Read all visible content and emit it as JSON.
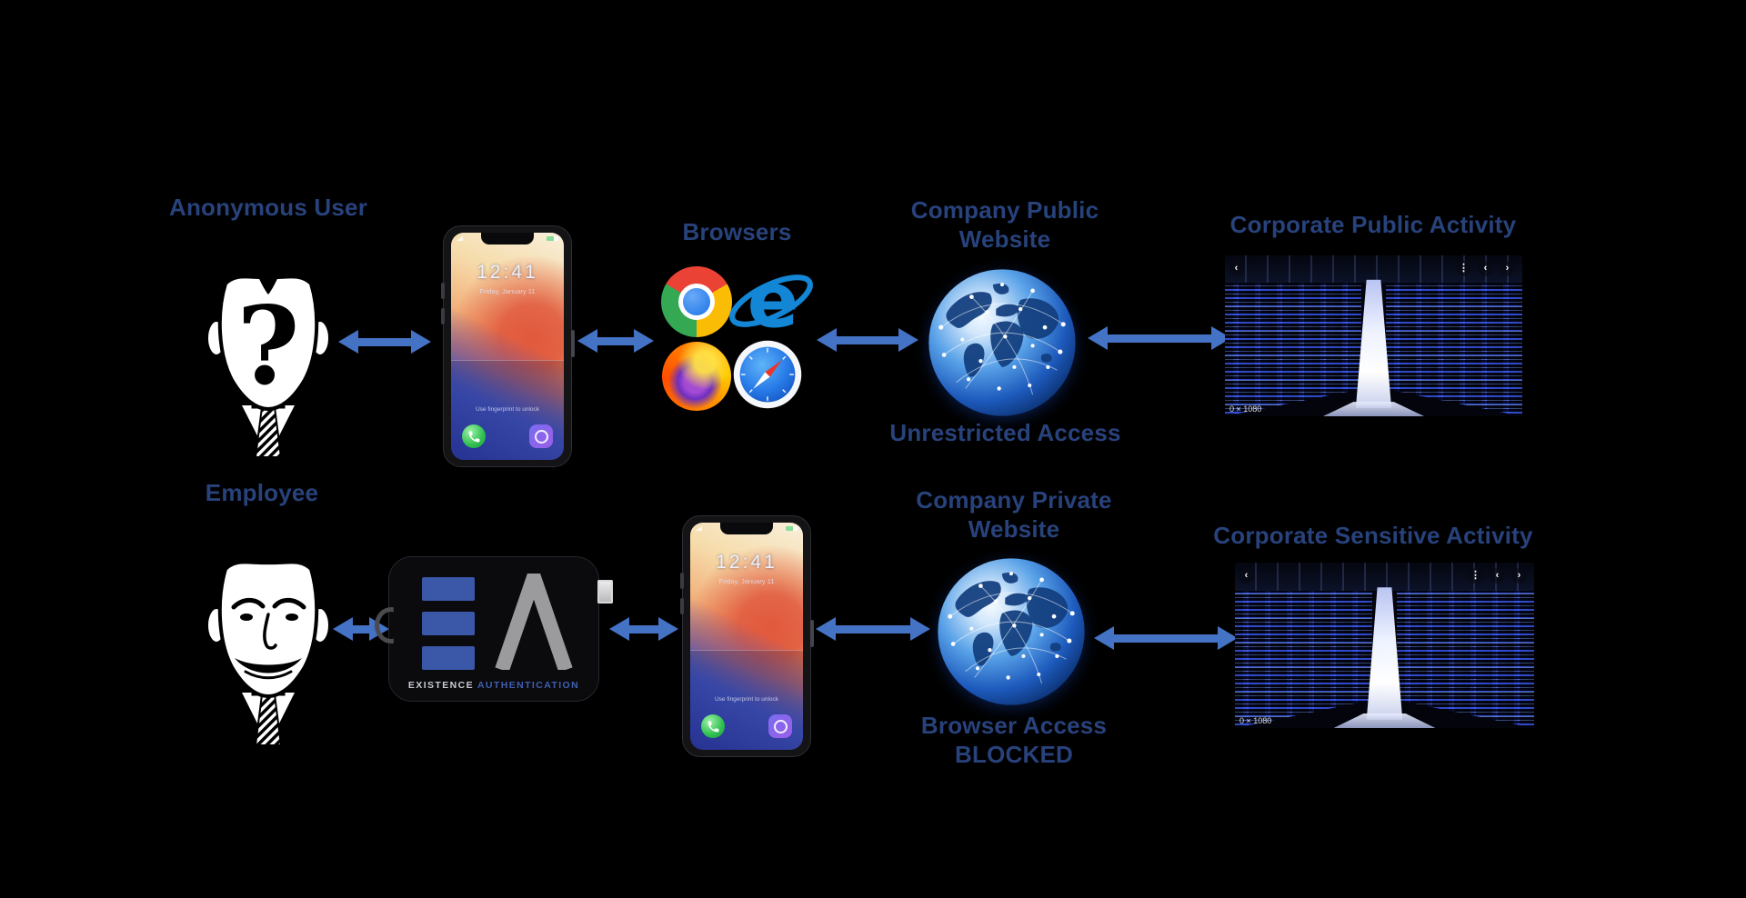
{
  "colors": {
    "background": "#000000",
    "label_text": "#28427C",
    "arrow": "#4472C4",
    "device_bar_blue": "#3A57A8",
    "brand_gray": "#C9CCD4",
    "brand_blue": "#3F5FB0"
  },
  "top_flow": {
    "user_label": "Anonymous User",
    "mystery_mark": "?",
    "browsers_label": "Browsers",
    "website_title_line1": "Company Public",
    "website_title_line2": "Website",
    "access_label": "Unrestricted Access",
    "activity_label": "Corporate Public Activity"
  },
  "bottom_flow": {
    "user_label": "Employee",
    "website_title_line1": "Company Private",
    "website_title_line2": "Website",
    "access_label_line1": "Browser Access",
    "access_label_line2": "BLOCKED",
    "activity_label": "Corporate Sensitive Activity"
  },
  "phone": {
    "time": "12:41",
    "date": "Friday, January 11",
    "unlock_hint": "Use fingerprint to unlock"
  },
  "auth_device": {
    "brand_primary": "EXISTENCE",
    "brand_secondary": "AUTHENTICATION"
  },
  "server_image": {
    "watermark": "0 × 1080",
    "prev_glyph": "‹",
    "next_glyph": "›",
    "menu_glyph": "⋮"
  },
  "icons": {
    "browsers": [
      "chrome-icon",
      "internet-explorer-icon",
      "firefox-icon",
      "safari-icon"
    ],
    "internet_explorer_glyph": "e",
    "phone_app": "phone-handset-icon",
    "camera_app": "camera-lens-icon",
    "globe": "network-globe"
  }
}
